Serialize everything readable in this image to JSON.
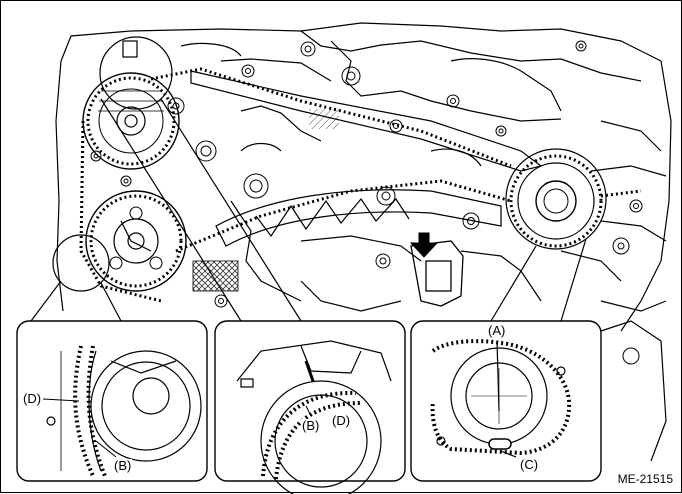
{
  "figure_code": "ME-21515",
  "callouts": {
    "left": {
      "d": "(D)",
      "b": "(B)"
    },
    "middle": {
      "b": "(B)",
      "d": "(D)"
    },
    "right": {
      "a": "(A)",
      "c": "(C)"
    }
  },
  "colors": {
    "line": "#000000",
    "background": "#ffffff",
    "hatch": "#555555"
  }
}
